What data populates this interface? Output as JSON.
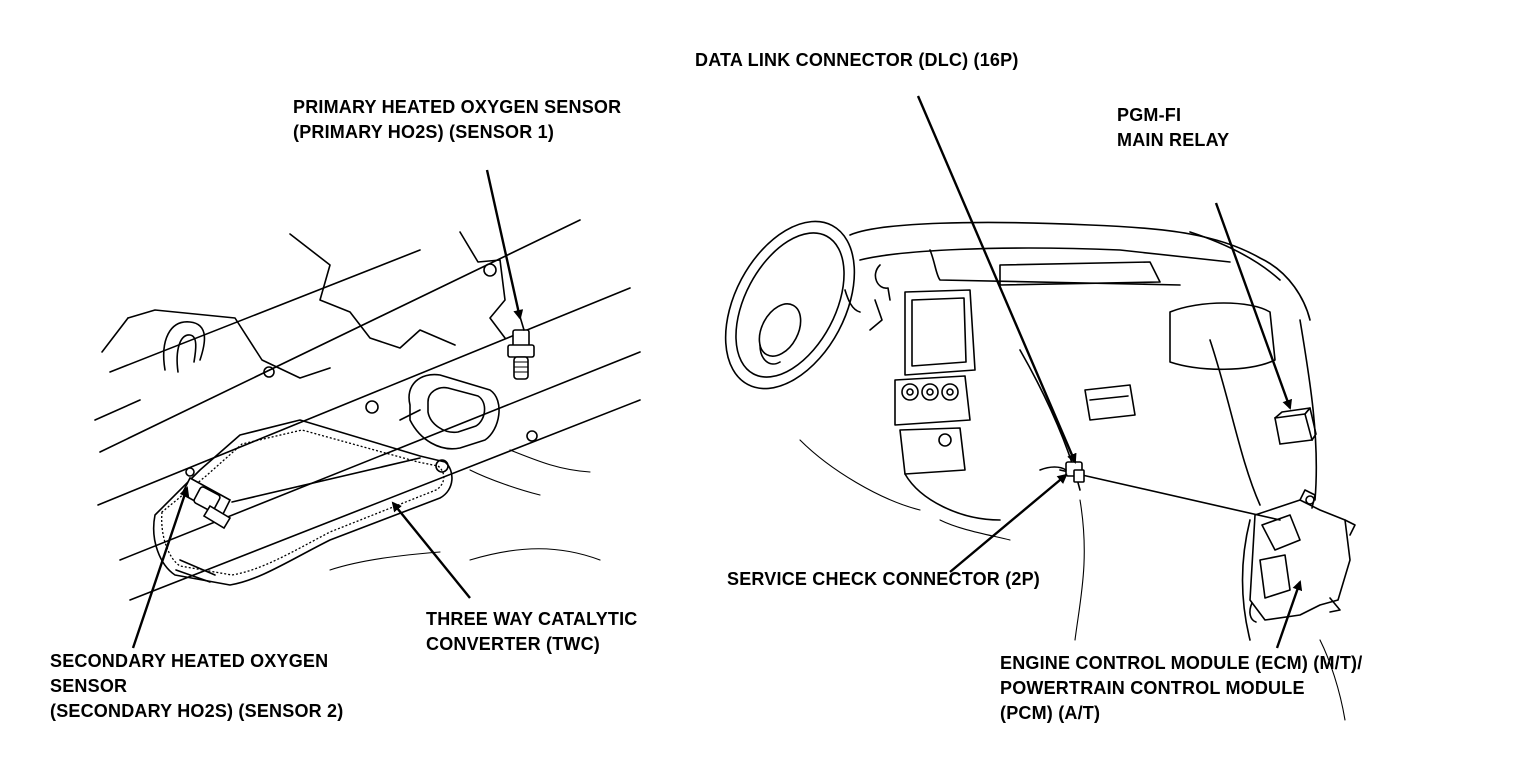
{
  "labels": {
    "primary_ho2s": {
      "line1": "PRIMARY HEATED OXYGEN SENSOR",
      "line2": "(PRIMARY HO2S) (SENSOR 1)"
    },
    "dlc": {
      "line1": "DATA LINK CONNECTOR (DLC) (16P)"
    },
    "main_relay": {
      "line1": "PGM-FI",
      "line2": "MAIN RELAY"
    },
    "twc": {
      "line1": "THREE WAY CATALYTIC",
      "line2": "CONVERTER (TWC)"
    },
    "secondary_ho2s": {
      "line1": "SECONDARY HEATED OXYGEN",
      "line2": "SENSOR",
      "line3": "(SECONDARY HO2S) (SENSOR 2)"
    },
    "scs": {
      "line1": "SERVICE CHECK CONNECTOR (2P)"
    },
    "ecm_pcm": {
      "line1": "ENGINE CONTROL MODULE (ECM) (M/T)/",
      "line2": "POWERTRAIN CONTROL MODULE",
      "line3": "(PCM) (A/T)"
    }
  },
  "colors": {
    "ink": "#000000",
    "paper": "#ffffff"
  }
}
